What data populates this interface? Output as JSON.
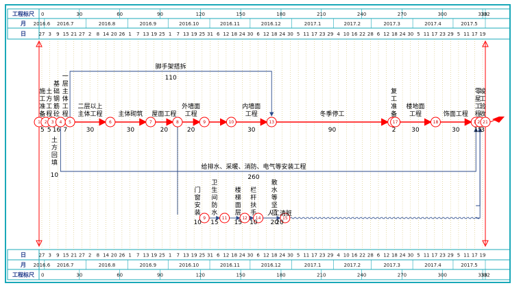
{
  "colors": {
    "border": "#19a8b8",
    "grid": "#33b3c0",
    "critical": "#ff0000",
    "normal": "#2a4a8a",
    "text": "#000000",
    "header_label": "#1f3a8a"
  },
  "timescale": {
    "ruler_label": "工程标尺",
    "month_label": "月",
    "day_label": "日",
    "ruler_ticks": [
      {
        "day": 0,
        "label": "0"
      },
      {
        "day": 30,
        "label": "30"
      },
      {
        "day": 60,
        "label": "60"
      },
      {
        "day": 90,
        "label": "90"
      },
      {
        "day": 120,
        "label": "120"
      },
      {
        "day": 150,
        "label": "150"
      },
      {
        "day": 180,
        "label": "180"
      },
      {
        "day": 210,
        "label": "210"
      },
      {
        "day": 240,
        "label": "240"
      },
      {
        "day": 270,
        "label": "270"
      },
      {
        "day": 300,
        "label": "300"
      },
      {
        "day": 330,
        "label": "330"
      },
      {
        "day": 332,
        "label": "332"
      }
    ],
    "months": [
      {
        "label": "2016.6",
        "start": 0,
        "end": 4
      },
      {
        "label": "2016.7",
        "start": 4,
        "end": 35
      },
      {
        "label": "2016.8",
        "start": 35,
        "end": 66
      },
      {
        "label": "2016.9",
        "start": 66,
        "end": 96
      },
      {
        "label": "2016.10",
        "start": 96,
        "end": 127
      },
      {
        "label": "2016.11",
        "start": 127,
        "end": 157
      },
      {
        "label": "2016.12",
        "start": 157,
        "end": 188
      },
      {
        "label": "2017.1",
        "start": 188,
        "end": 219
      },
      {
        "label": "2017.2",
        "start": 219,
        "end": 247
      },
      {
        "label": "2017.3",
        "start": 247,
        "end": 278
      },
      {
        "label": "2017.4",
        "start": 278,
        "end": 308
      },
      {
        "label": "2017.5",
        "start": 308,
        "end": 332
      }
    ],
    "days": [
      "27",
      "3",
      "9",
      "15",
      "21",
      "27",
      "2",
      "8",
      "14",
      "20",
      "26",
      "1",
      "7",
      "13",
      "19",
      "25",
      "1",
      "7",
      "13",
      "19",
      "25",
      "31",
      "6",
      "12",
      "18",
      "24",
      "30",
      "6",
      "12",
      "18",
      "24",
      "30",
      "5",
      "11",
      "17",
      "23",
      "29",
      "4",
      "10",
      "16",
      "22",
      "28",
      "6",
      "12",
      "18",
      "24",
      "30",
      "5",
      "11",
      "17",
      "23",
      "29",
      "5",
      "11",
      "17",
      "19"
    ]
  },
  "nodes": [
    {
      "id": "1",
      "day": 0
    },
    {
      "id": "2",
      "day": 5
    },
    {
      "id": "3",
      "day": 10
    },
    {
      "id": "4",
      "day": 16
    },
    {
      "id": "5",
      "day": 23
    },
    {
      "id": "6",
      "day": 53
    },
    {
      "id": "7",
      "day": 83
    },
    {
      "id": "8",
      "day": 103
    },
    {
      "id": "9",
      "day": 123
    },
    {
      "id": "10",
      "day": 143
    },
    {
      "id": "13",
      "day": 173
    },
    {
      "id": "16",
      "day": 263
    },
    {
      "id": "17",
      "day": 265
    },
    {
      "id": "18",
      "day": 295
    },
    {
      "id": "19",
      "day": 325
    },
    {
      "id": "20",
      "day": 328
    },
    {
      "id": "21",
      "day": 332
    }
  ],
  "lower_nodes": [
    {
      "id": "9",
      "day": 123
    },
    {
      "id": "11",
      "day": 138
    },
    {
      "id": "12",
      "day": 153
    },
    {
      "id": "14",
      "day": 163
    },
    {
      "id": "15",
      "day": 183
    }
  ],
  "tasks": [
    {
      "name": "施工准备",
      "duration": "5",
      "vertical": true,
      "from": 0,
      "to": 5
    },
    {
      "name": "土方工程",
      "duration": "5",
      "vertical": true,
      "from": 5,
      "to": 10
    },
    {
      "name": "基础钢筋砼",
      "duration": "16",
      "vertical": true,
      "from": 10,
      "to": 16
    },
    {
      "name": "一层主体工程",
      "duration": "7",
      "vertical": true,
      "from": 16,
      "to": 23
    },
    {
      "name": "二层以上主体工程",
      "duration": "30",
      "vertical": false,
      "from": 23,
      "to": 53
    },
    {
      "name": "主体砌筑",
      "duration": "30",
      "vertical": false,
      "from": 53,
      "to": 83
    },
    {
      "name": "屋面工程",
      "duration": "20",
      "vertical": false,
      "from": 83,
      "to": 103
    },
    {
      "name": "外墙面工程",
      "duration": "20",
      "vertical": false,
      "from": 103,
      "to": 123
    },
    {
      "name": "内墙面工程",
      "duration": "30",
      "vertical": false,
      "from": 143,
      "to": 173
    },
    {
      "name": "冬季停工",
      "duration": "90",
      "vertical": false,
      "from": 173,
      "to": 263
    },
    {
      "name": "复工准备",
      "duration": "2",
      "vertical": true,
      "from": 263,
      "to": 265
    },
    {
      "name": "楼地面工程",
      "duration": "30",
      "vertical": false,
      "from": 265,
      "to": 295
    },
    {
      "name": "饰面工程",
      "duration": "30",
      "vertical": false,
      "from": 295,
      "to": 325
    },
    {
      "name": "零星工程",
      "duration": "15",
      "vertical": true,
      "from": 325,
      "to": 328
    },
    {
      "name": "竣工验收",
      "duration": "3",
      "vertical": true,
      "from": 328,
      "to": 332
    }
  ],
  "side_tasks": {
    "scaffold": {
      "name": "脚手架搭拆",
      "duration": "110"
    },
    "earth_backfill": {
      "name": "土方回填",
      "duration": "10"
    },
    "installation": {
      "name": "给排水、采暖、消防、电气等安装工程",
      "duration": "260"
    },
    "doors": {
      "name": "门窗安装",
      "duration": "10"
    },
    "bath": {
      "name": "卫生间防水",
      "duration": "15"
    },
    "stairs": {
      "name": "楼梯面层",
      "duration": "15"
    },
    "rail": {
      "name": "栏杆扶手",
      "duration": "10"
    },
    "water": {
      "name": "散水等坚项",
      "duration": "20"
    },
    "clean": {
      "name": "人工清脏",
      "duration": "20"
    }
  }
}
